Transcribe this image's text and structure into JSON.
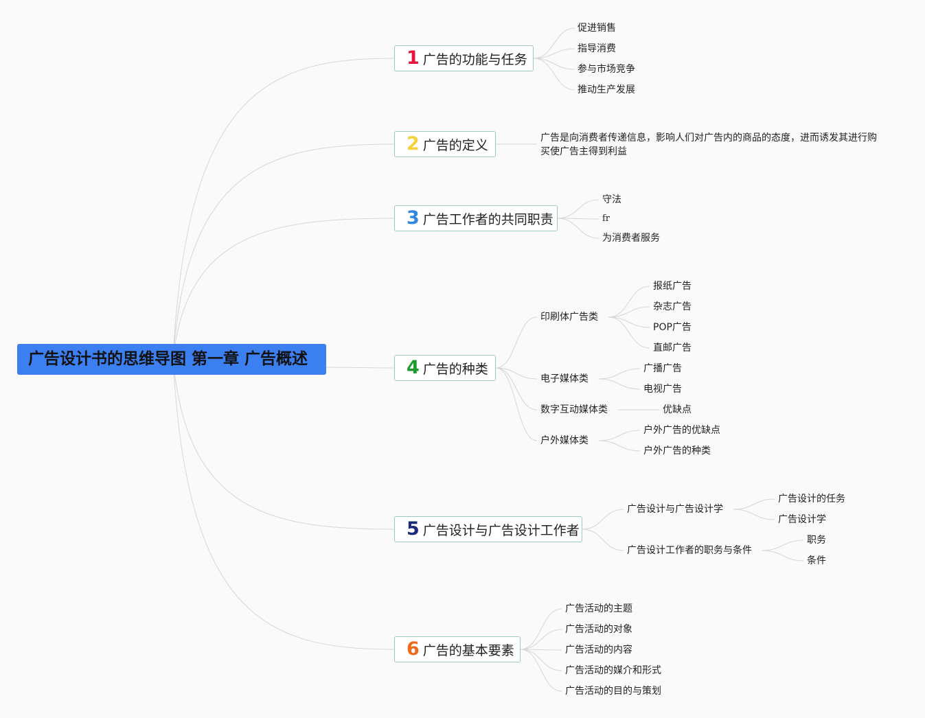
{
  "root": {
    "title": "广告设计书的思维导图 第一章 广告概述"
  },
  "branches": [
    {
      "num": "1",
      "num_color": "#e8143c",
      "label": "广告的功能与任务",
      "children": [
        {
          "label": "促进销售"
        },
        {
          "label": "指导消费"
        },
        {
          "label": "参与市场竞争"
        },
        {
          "label": "推动生产发展"
        }
      ]
    },
    {
      "num": "2",
      "num_color": "#f3d23c",
      "label": "广告的定义",
      "paragraph": "广告是向消费者传递信息，影响人们对广告内的商品的态度，进而诱发其进行购买使广告主得到利益"
    },
    {
      "num": "3",
      "num_color": "#2f86e0",
      "label": "广告工作者的共同职责",
      "children": [
        {
          "label": "守法"
        },
        {
          "label": "fr"
        },
        {
          "label": "为消费者服务"
        }
      ]
    },
    {
      "num": "4",
      "num_color": "#1f9a2e",
      "label": "广告的种类",
      "children": [
        {
          "label": "印刷体广告类",
          "children": [
            {
              "label": "报纸广告"
            },
            {
              "label": "杂志广告"
            },
            {
              "label": "POP广告"
            },
            {
              "label": "直邮广告"
            }
          ]
        },
        {
          "label": "电子媒体类",
          "children": [
            {
              "label": "广播广告"
            },
            {
              "label": "电视广告"
            }
          ]
        },
        {
          "label": "数字互动媒体类",
          "children": [
            {
              "label": "优缺点"
            }
          ]
        },
        {
          "label": "户外媒体类",
          "children": [
            {
              "label": "户外广告的优缺点"
            },
            {
              "label": "户外广告的种类"
            }
          ]
        }
      ]
    },
    {
      "num": "5",
      "num_color": "#1b2a7a",
      "label": "广告设计与广告设计工作者",
      "children": [
        {
          "label": "广告设计与广告设计学",
          "children": [
            {
              "label": "广告设计的任务"
            },
            {
              "label": "广告设计学"
            }
          ]
        },
        {
          "label": "广告设计工作者的职务与条件",
          "children": [
            {
              "label": "职务"
            },
            {
              "label": "条件"
            }
          ]
        }
      ]
    },
    {
      "num": "6",
      "num_color": "#f06a1c",
      "label": "广告的基本要素",
      "children": [
        {
          "label": "广告活动的主题"
        },
        {
          "label": "广告活动的对象"
        },
        {
          "label": "广告活动的内容"
        },
        {
          "label": "广告活动的媒介和形式"
        },
        {
          "label": "广告活动的目的与策划"
        }
      ]
    }
  ]
}
